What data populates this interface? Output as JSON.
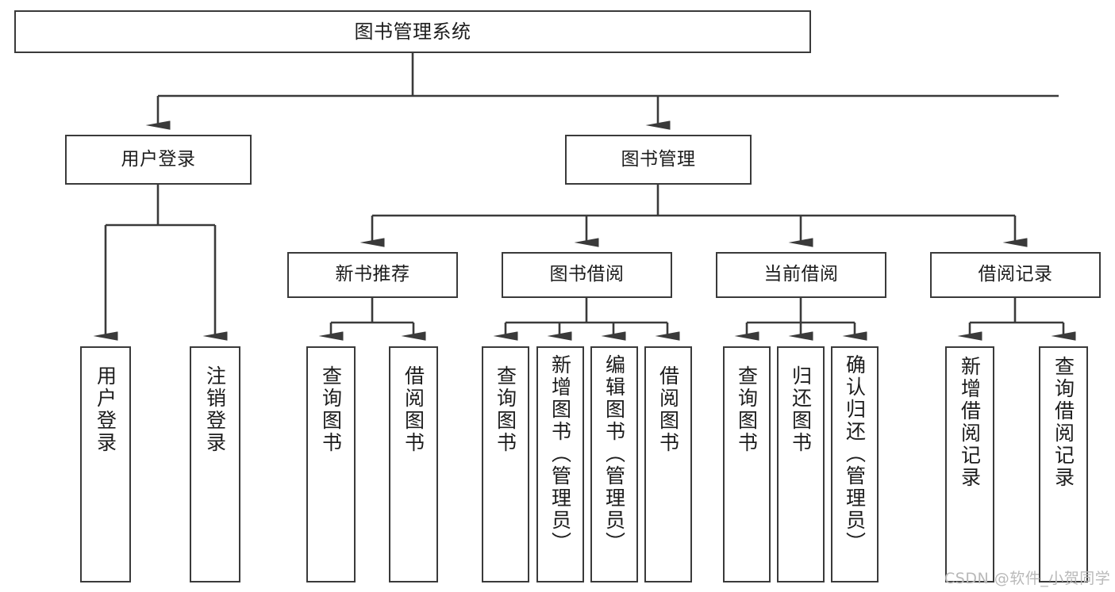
{
  "diagram": {
    "title": "图书管理系统",
    "type": "tree-hierarchy",
    "watermark": "CSDN @软件_小贺同学",
    "colors": {
      "node_border": "#3a3a3a",
      "node_fill": "#ffffff",
      "edge": "#3a3a3a",
      "text": "#1c1c1c",
      "watermark": "#b9b9b9",
      "background": "#ffffff"
    },
    "nodes": {
      "root": {
        "label": "图书管理系统"
      },
      "level2": [
        {
          "id": "user-login",
          "label": "用户登录"
        },
        {
          "id": "book-management",
          "label": "图书管理"
        }
      ],
      "level3": [
        {
          "id": "new-book-recommend",
          "label": "新书推荐"
        },
        {
          "id": "book-borrow",
          "label": "图书借阅"
        },
        {
          "id": "current-borrow",
          "label": "当前借阅"
        },
        {
          "id": "borrow-record",
          "label": "借阅记录"
        }
      ],
      "leaves": [
        {
          "id": "leaf-user-login",
          "label": "用户登录",
          "parent": "user-login"
        },
        {
          "id": "leaf-logout-login",
          "label": "注销登录",
          "parent": "user-login"
        },
        {
          "id": "leaf-query-book-1",
          "label": "查询图书",
          "parent": "new-book-recommend"
        },
        {
          "id": "leaf-borrow-book-1",
          "label": "借阅图书",
          "parent": "new-book-recommend"
        },
        {
          "id": "leaf-query-book-2",
          "label": "查询图书",
          "parent": "book-borrow"
        },
        {
          "id": "leaf-add-book",
          "label": "新增图书（管理员）",
          "parent": "book-borrow"
        },
        {
          "id": "leaf-edit-book",
          "label": "编辑图书（管理员）",
          "parent": "book-borrow"
        },
        {
          "id": "leaf-borrow-book-2",
          "label": "借阅图书",
          "parent": "book-borrow"
        },
        {
          "id": "leaf-query-book-3",
          "label": "查询图书",
          "parent": "current-borrow"
        },
        {
          "id": "leaf-return-book",
          "label": "归还图书",
          "parent": "current-borrow"
        },
        {
          "id": "leaf-confirm-return",
          "label": "确认归还（管理员）",
          "parent": "current-borrow"
        },
        {
          "id": "leaf-add-record",
          "label": "新增借阅记录",
          "parent": "borrow-record"
        },
        {
          "id": "leaf-query-record",
          "label": "查询借阅记录",
          "parent": "borrow-record"
        }
      ]
    }
  }
}
